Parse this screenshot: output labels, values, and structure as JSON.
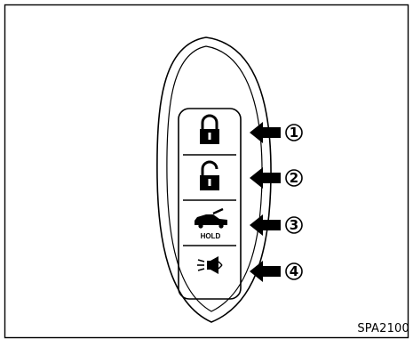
{
  "figure": {
    "code": "SPA2100",
    "caption_hold": "HOLD",
    "buttons": [
      {
        "number": "1",
        "icon": "lock-icon"
      },
      {
        "number": "2",
        "icon": "unlock-icon"
      },
      {
        "number": "3",
        "icon": "trunk-icon"
      },
      {
        "number": "4",
        "icon": "panic-alarm-icon"
      }
    ]
  },
  "colors": {
    "line": "#000000",
    "background": "#ffffff"
  }
}
